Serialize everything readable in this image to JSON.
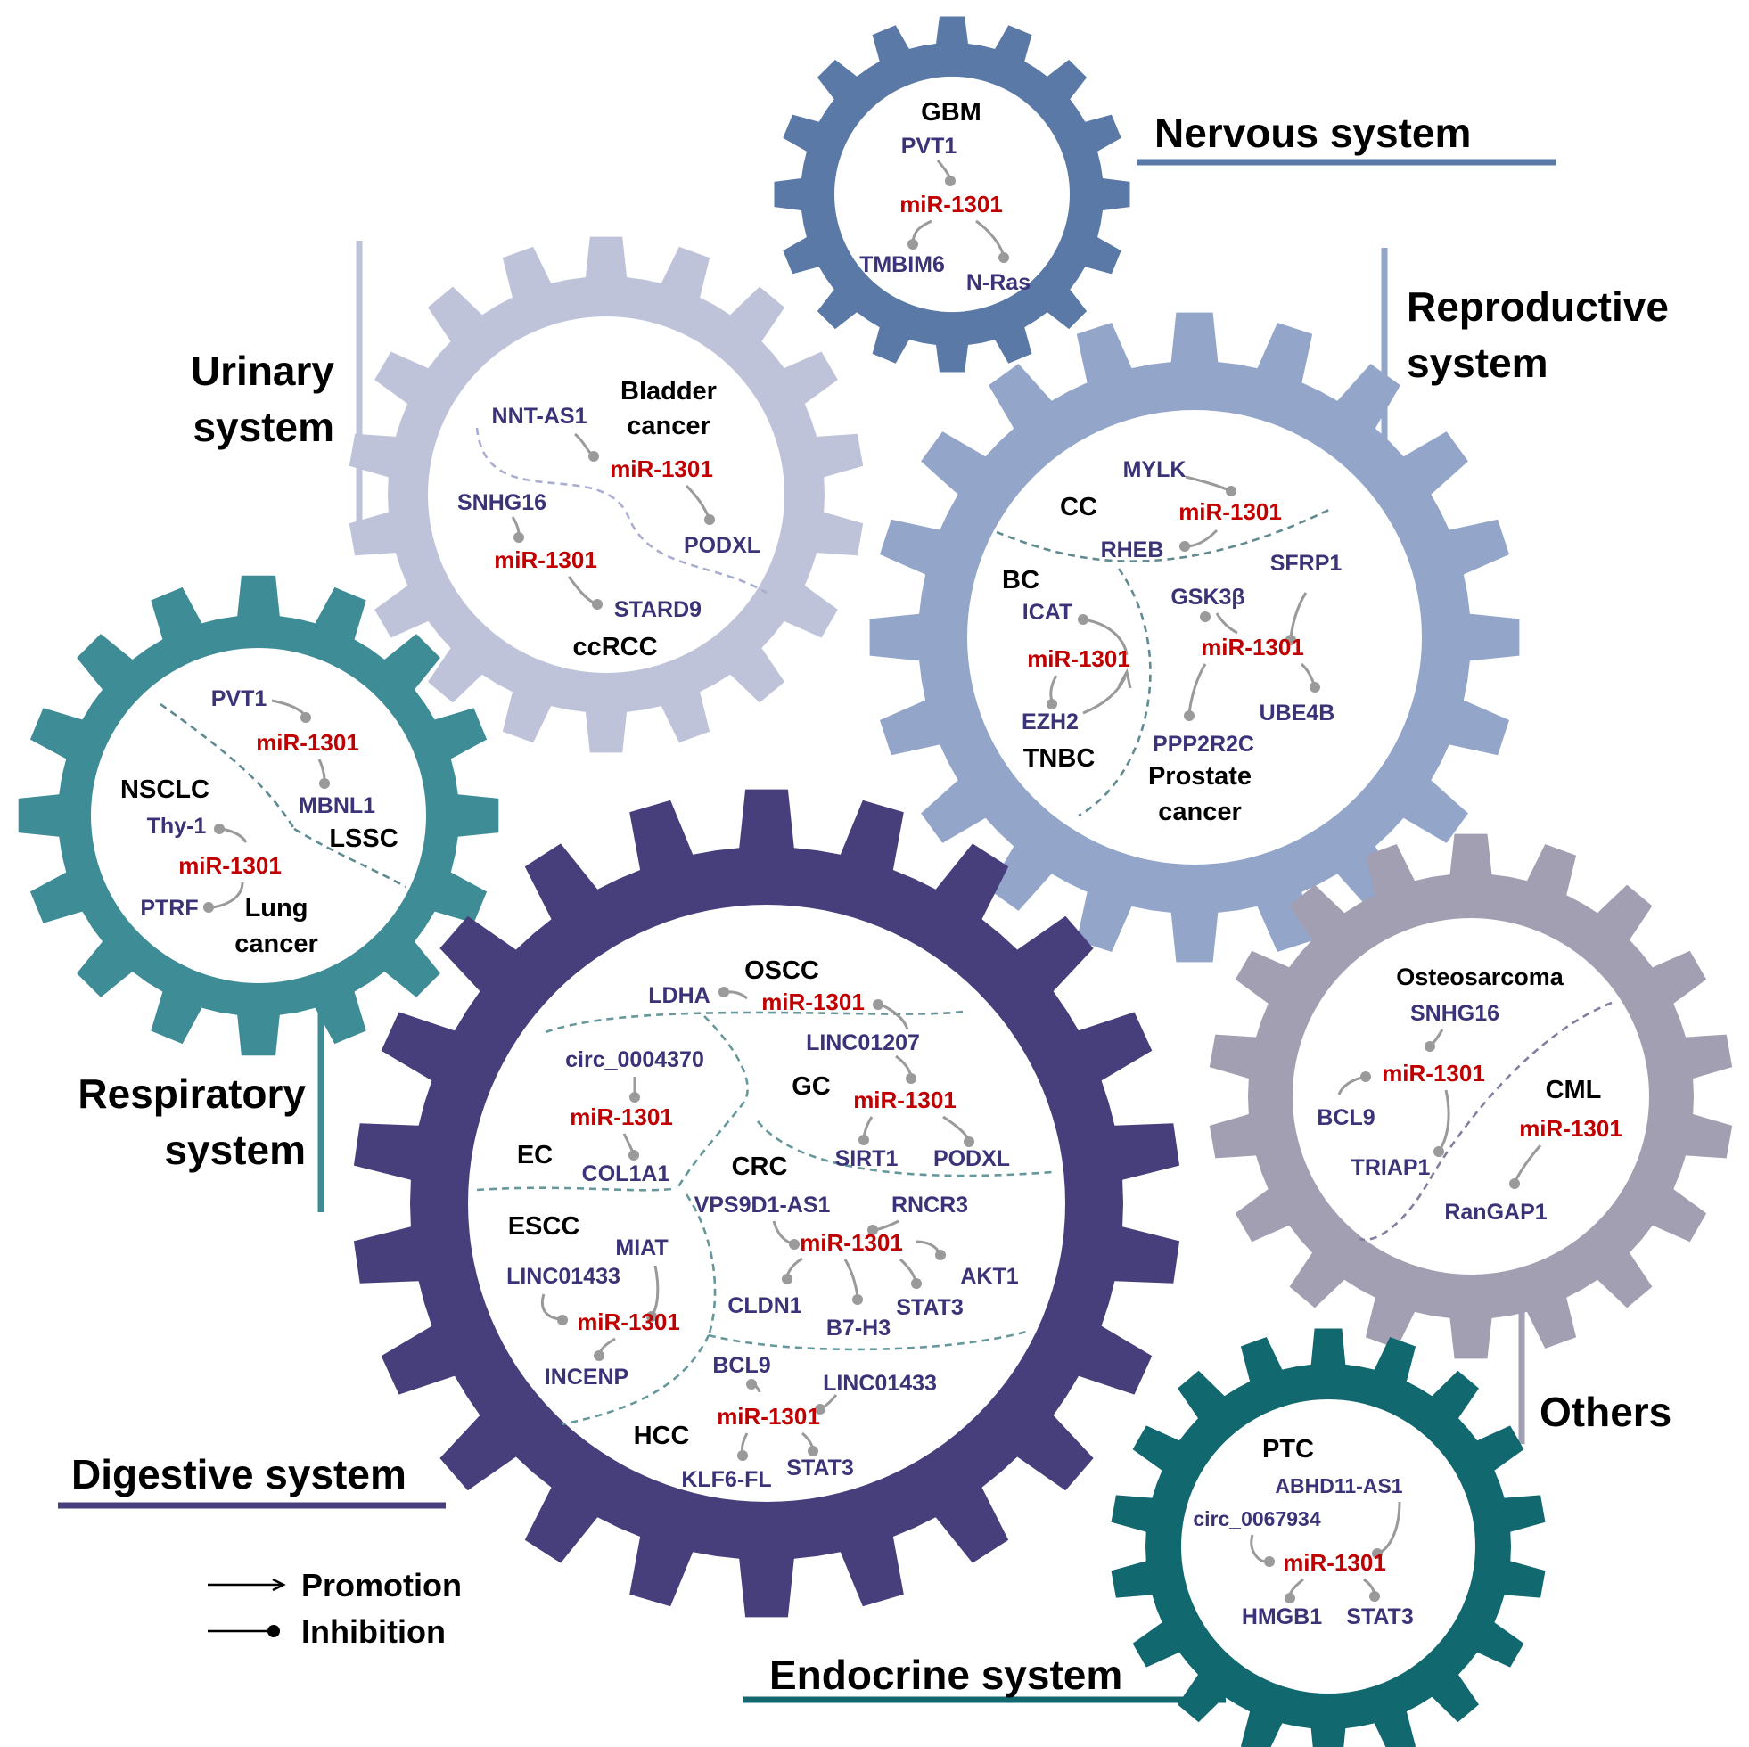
{
  "colors": {
    "nervous": "#5a79a6",
    "urinary": "#bec3da",
    "reproductive": "#93a5c9",
    "respiratory": "#3d8c96",
    "digestive": "#463f7c",
    "others": "#a29fb3",
    "endocrine": "#11686f",
    "mirna": "#c00000",
    "gene": "#3b3377",
    "connector": "#9a9a9a"
  },
  "systems": {
    "nervous": {
      "label": "Nervous system"
    },
    "urinary": {
      "label_line1": "Urinary",
      "label_line2": "system"
    },
    "reproductive": {
      "label_line1": "Reproductive",
      "label_line2": "system"
    },
    "respiratory": {
      "label_line1": "Respiratory",
      "label_line2": "system"
    },
    "digestive": {
      "label": "Digestive system"
    },
    "others": {
      "label": "Others"
    },
    "endocrine": {
      "label": "Endocrine system"
    }
  },
  "nervous": {
    "gbm": {
      "disease": "GBM",
      "upstream": "PVT1",
      "mirna": "miR-1301",
      "target1": "TMBIM6",
      "target2": "N-Ras"
    }
  },
  "urinary": {
    "bladder": {
      "disease_line1": "Bladder",
      "disease_line2": "cancer",
      "upstream": "NNT-AS1",
      "mirna": "miR-1301",
      "target": "PODXL"
    },
    "ccrcc": {
      "disease": "ccRCC",
      "upstream": "SNHG16",
      "mirna": "miR-1301",
      "target": "STARD9"
    }
  },
  "reproductive": {
    "cc": {
      "disease": "CC",
      "upstream": "MYLK",
      "mirna": "miR-1301",
      "target": "RHEB"
    },
    "bc": {
      "disease": "BC",
      "target": "ICAT",
      "mirna": "miR-1301",
      "regulator": "EZH2",
      "disease2": "TNBC"
    },
    "prostate": {
      "disease_line1": "Prostate",
      "disease_line2": "cancer",
      "gene1": "GSK3β",
      "gene2": "SFRP1",
      "mirna": "miR-1301",
      "gene3": "PPP2R2C",
      "gene4": "UBE4B"
    }
  },
  "respiratory": {
    "nsclc": {
      "disease": "NSCLC",
      "upstream": "PVT1",
      "mirna": "miR-1301",
      "target": "MBNL1"
    },
    "lssc": {
      "disease": "LSSC"
    },
    "lung": {
      "disease_line1": "Lung",
      "disease_line2": "cancer",
      "upstream": "Thy-1",
      "mirna": "miR-1301",
      "target": "PTRF"
    }
  },
  "digestive": {
    "oscc": {
      "disease": "OSCC",
      "gene1": "LDHA",
      "mirna": "miR-1301"
    },
    "gc": {
      "disease": "GC",
      "upstream": "LINC01207",
      "mirna": "miR-1301",
      "target1": "SIRT1",
      "target2": "PODXL"
    },
    "ec": {
      "disease": "EC",
      "upstream": "circ_0004370",
      "mirna": "miR-1301",
      "target": "COL1A1"
    },
    "crc": {
      "disease": "CRC",
      "gene1": "VPS9D1-AS1",
      "gene2": "RNCR3",
      "mirna": "miR-1301",
      "gene3": "AKT1",
      "gene4": "CLDN1",
      "gene5": "B7-H3",
      "gene6": "STAT3"
    },
    "escc": {
      "disease": "ESCC",
      "gene1": "MIAT",
      "gene2": "LINC01433",
      "mirna": "miR-1301",
      "gene3": "INCENP"
    },
    "hcc": {
      "disease": "HCC",
      "gene1": "BCL9",
      "gene2": "LINC01433",
      "mirna": "miR-1301",
      "gene3": "KLF6-FL",
      "gene4": "STAT3"
    }
  },
  "others": {
    "osteo": {
      "disease": "Osteosarcoma",
      "upstream": "SNHG16",
      "mirna": "miR-1301",
      "target1": "BCL9",
      "target2": "TRIAP1"
    },
    "cml": {
      "disease": "CML",
      "mirna": "miR-1301",
      "target": "RanGAP1"
    }
  },
  "endocrine": {
    "ptc": {
      "disease": "PTC",
      "gene1": "ABHD11-AS1",
      "gene2": "circ_0067934",
      "mirna": "miR-1301",
      "target1": "HMGB1",
      "target2": "STAT3"
    }
  },
  "legend": {
    "promotion": "Promotion",
    "inhibition": "Inhibition"
  }
}
